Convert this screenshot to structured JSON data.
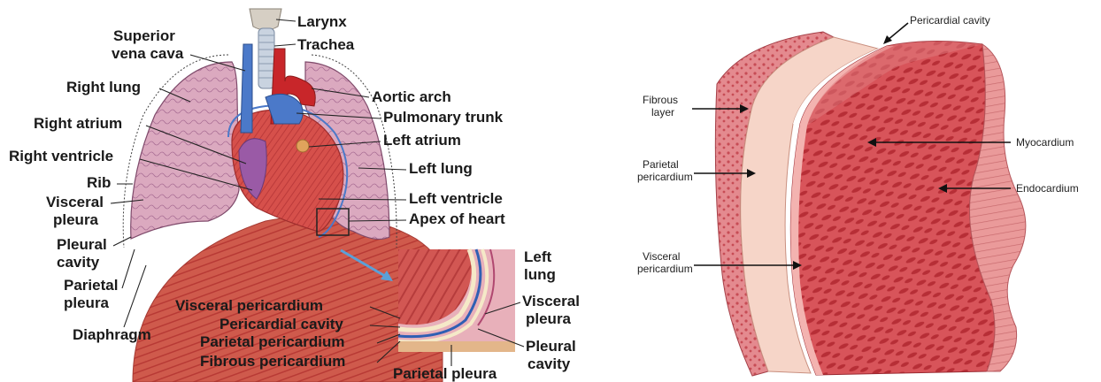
{
  "left_diagram": {
    "labels": {
      "larynx": "Larynx",
      "trachea": "Trachea",
      "superior_vena_cava_1": "Superior",
      "superior_vena_cava_2": "vena cava",
      "right_lung": "Right lung",
      "aortic_arch": "Aortic arch",
      "pulmonary_trunk": "Pulmonary trunk",
      "right_atrium": "Right atrium",
      "left_atrium": "Left atrium",
      "right_ventricle": "Right ventricle",
      "left_lung": "Left lung",
      "rib": "Rib",
      "visceral_pleura_1": "Visceral",
      "visceral_pleura_2": "pleura",
      "left_ventricle": "Left ventricle",
      "apex_of_heart": "Apex of heart",
      "pleural_cavity_1": "Pleural",
      "pleural_cavity_2": "cavity",
      "parietal_pleura_1": "Parietal",
      "parietal_pleura_2": "pleura",
      "diaphragm": "Diaphragm"
    },
    "inset_labels": {
      "left_lung_1": "Left",
      "left_lung_2": "lung",
      "visceral_pleura_1": "Visceral",
      "visceral_pleura_2": "pleura",
      "pleural_cavity_1": "Pleural",
      "pleural_cavity_2": "cavity",
      "visceral_pericardium": "Visceral pericardium",
      "pericardial_cavity": "Pericardial cavity",
      "parietal_pericardium": "Parietal pericardium",
      "fibrous_pericardium": "Fibrous pericardium",
      "parietal_pleura": "Parietal pleura"
    }
  },
  "right_diagram": {
    "labels": {
      "pericardial_cavity": "Pericardial cavity",
      "fibrous_layer_1": "Fibrous",
      "fibrous_layer_2": "layer",
      "parietal_pericardium_1": "Parietal",
      "parietal_pericardium_2": "pericardium",
      "visceral_pericardium_1": "Visceral",
      "visceral_pericardium_2": "pericardium",
      "myocardium": "Myocardium",
      "endocardium": "Endocardium"
    }
  },
  "colors": {
    "muscle": "#d24a4f",
    "muscle_dark": "#a8262c",
    "lung": "#d9a6bd",
    "vein_blue": "#4b79c9",
    "aorta_red": "#c8262a",
    "pericardium_pale": "#f5d7c8",
    "diaphragm": "#c9473d"
  }
}
